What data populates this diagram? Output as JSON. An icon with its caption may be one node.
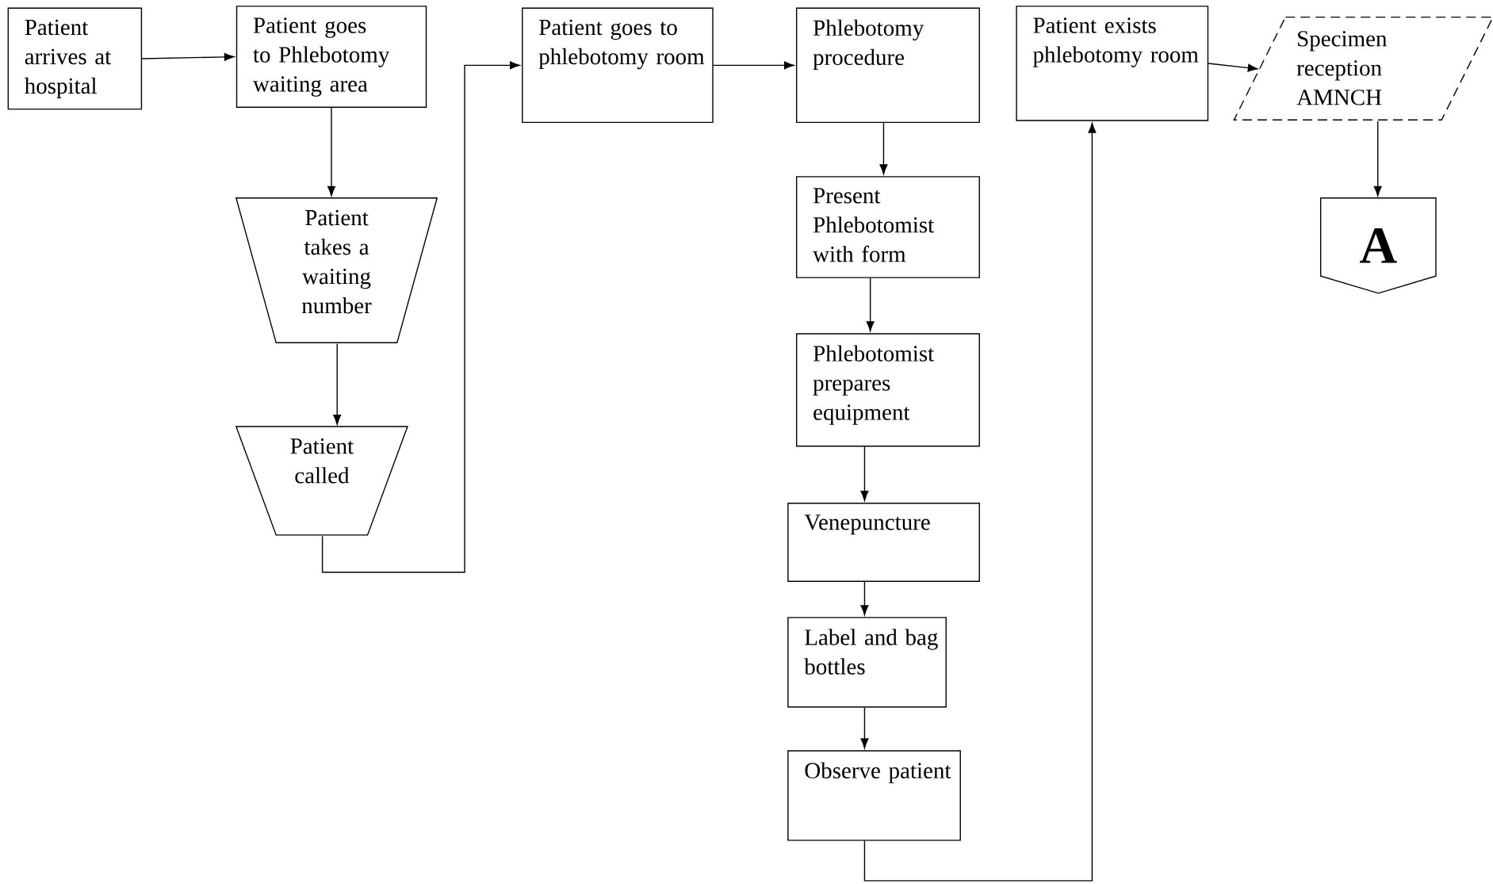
{
  "diagram": {
    "nodes": [
      {
        "text": [
          "Patient arrives at hospital"
        ]
      },
      {
        "text": [
          "Patient goes to Phlebotomy waiting area"
        ]
      },
      {
        "text": [
          "Patient takes a waiting number"
        ]
      },
      {
        "text": [
          "Patient called"
        ]
      },
      {
        "text": [
          "Patient goes to phlebotomy room"
        ]
      },
      {
        "text": [
          "Phlebotomy procedure"
        ]
      },
      {
        "text": [
          "Present Phlebotomist with form"
        ]
      },
      {
        "text": [
          "Phlebotomist prepares equipment"
        ]
      },
      {
        "text": [
          "Venepuncture"
        ]
      },
      {
        "text": [
          "Label and bag bottles"
        ]
      },
      {
        "text": [
          "Observe patient"
        ]
      },
      {
        "text": [
          "Patient exists phlebotomy room"
        ]
      },
      {
        "text": [
          "Specimen reception AMNCH"
        ]
      },
      {
        "text": [
          "A"
        ]
      }
    ],
    "edges": [
      {
        "from": 0,
        "to": 1,
        "arrow": "to"
      },
      {
        "from": 1,
        "to": 2,
        "arrow": "to"
      },
      {
        "from": 2,
        "to": 3,
        "arrow": "to"
      },
      {
        "from": 3,
        "to": 4,
        "arrow": "to"
      },
      {
        "from": 4,
        "to": 5,
        "arrow": "to"
      },
      {
        "from": 5,
        "to": 6,
        "arrow": "to"
      },
      {
        "from": 6,
        "to": 7,
        "arrow": "to"
      },
      {
        "from": 7,
        "to": 8,
        "arrow": "to"
      },
      {
        "from": 8,
        "to": 9,
        "arrow": "to"
      },
      {
        "from": 9,
        "to": 10,
        "arrow": "to"
      },
      {
        "from": 10,
        "to": 11,
        "arrow": "to"
      },
      {
        "from": 11,
        "to": 12,
        "arrow": "to"
      },
      {
        "from": 12,
        "to": 13,
        "arrow": "to"
      }
    ]
  }
}
